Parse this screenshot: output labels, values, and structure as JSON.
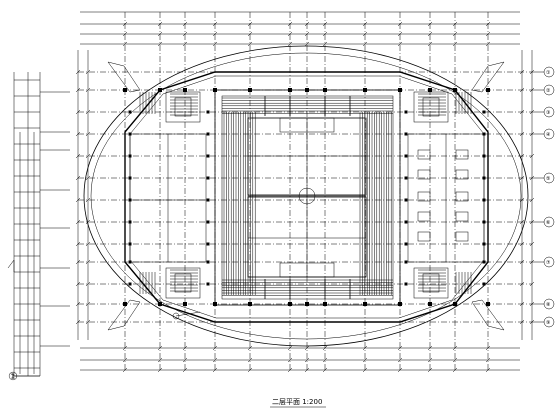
{
  "drawing": {
    "plan_caption": "二层平面  1:200",
    "section_mark": "①",
    "grid_labels_right": [
      "①",
      "②",
      "③",
      "④",
      "⑤",
      "⑥",
      "⑦",
      "⑧",
      "⑨"
    ]
  }
}
